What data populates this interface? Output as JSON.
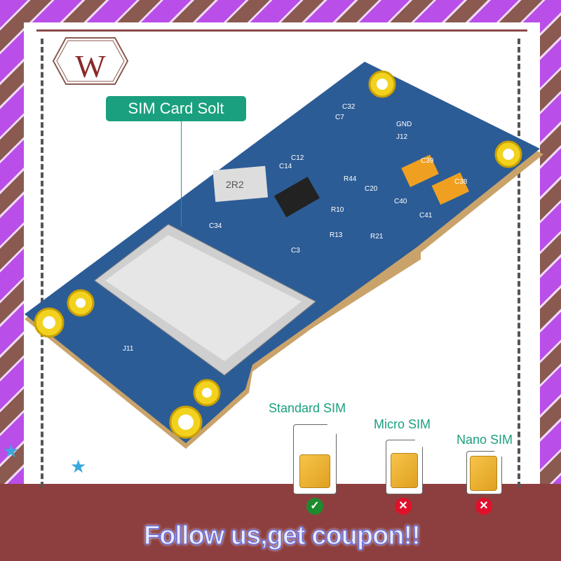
{
  "logo": {
    "letter": "W"
  },
  "callout": {
    "label": "SIM Card Solt"
  },
  "pcb": {
    "silkscreen": [
      "C32",
      "C7",
      "GND",
      "J12",
      "C12",
      "C14",
      "2R2",
      "R44",
      "C20",
      "C39",
      "C38",
      "C40",
      "C41",
      "C34",
      "R10",
      "R13",
      "R21",
      "C3",
      "J11"
    ],
    "colors": {
      "board": "#2c5c96",
      "pads": "#f2d21e",
      "slot": "#c9c9c9"
    }
  },
  "sims": [
    {
      "label": "Standard SIM",
      "compatible": true,
      "icon": "check-icon"
    },
    {
      "label": "Micro SIM",
      "compatible": false,
      "icon": "x-icon"
    },
    {
      "label": "Nano SIM",
      "compatible": false,
      "icon": "x-icon"
    }
  ],
  "banner": {
    "text": "Follow us,get coupon!!"
  },
  "colors": {
    "accent": "#1aa07e",
    "ok": "#1d8a2e",
    "bad": "#e0102a"
  }
}
